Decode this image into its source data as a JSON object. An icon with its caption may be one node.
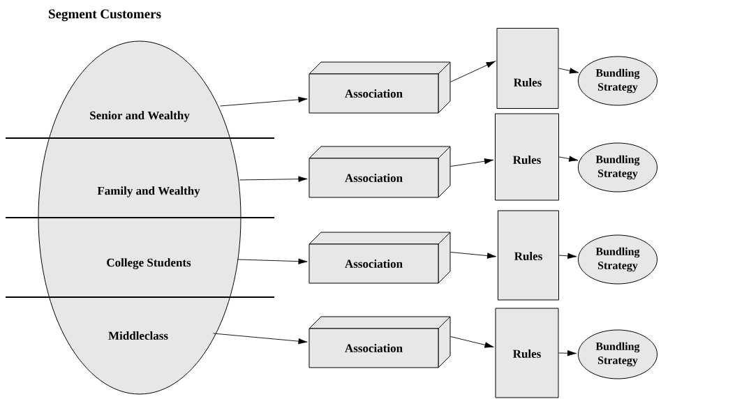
{
  "diagram": {
    "nodes": [
      {
        "text": [
          "Segment Customers"
        ]
      },
      {
        "text": [
          "Senior and Wealthy"
        ],
        "in": 0
      },
      {
        "text": [
          "Family and Wealthy"
        ],
        "in": 0
      },
      {
        "text": [
          "College Students"
        ],
        "in": 0
      },
      {
        "text": [
          "Middleclass"
        ],
        "in": 0
      },
      {
        "text": [
          "Association"
        ]
      },
      {
        "text": [
          "Association"
        ]
      },
      {
        "text": [
          "Association"
        ]
      },
      {
        "text": [
          "Association"
        ]
      },
      {
        "text": [
          "Rules"
        ]
      },
      {
        "text": [
          "Rules"
        ]
      },
      {
        "text": [
          "Rules"
        ]
      },
      {
        "text": [
          "Rules"
        ]
      },
      {
        "text": [
          "Bundling Strategy"
        ]
      },
      {
        "text": [
          "Bundling Strategy"
        ]
      },
      {
        "text": [
          "Bundling Strategy"
        ]
      },
      {
        "text": [
          "Bundling Strategy"
        ]
      }
    ],
    "edges": [
      {
        "from": 1,
        "to": 5,
        "arrow": "to"
      },
      {
        "from": 2,
        "to": 6,
        "arrow": "to"
      },
      {
        "from": 3,
        "to": 7,
        "arrow": "to"
      },
      {
        "from": 4,
        "to": 8,
        "arrow": "to"
      },
      {
        "from": 5,
        "to": 9,
        "arrow": "to"
      },
      {
        "from": 6,
        "to": 10,
        "arrow": "to"
      },
      {
        "from": 7,
        "to": 11,
        "arrow": "to"
      },
      {
        "from": 8,
        "to": 12,
        "arrow": "to"
      },
      {
        "from": 9,
        "to": 13,
        "arrow": "to"
      },
      {
        "from": 10,
        "to": 14,
        "arrow": "to"
      },
      {
        "from": 11,
        "to": 15,
        "arrow": "to"
      },
      {
        "from": 12,
        "to": 16,
        "arrow": "to"
      }
    ]
  }
}
